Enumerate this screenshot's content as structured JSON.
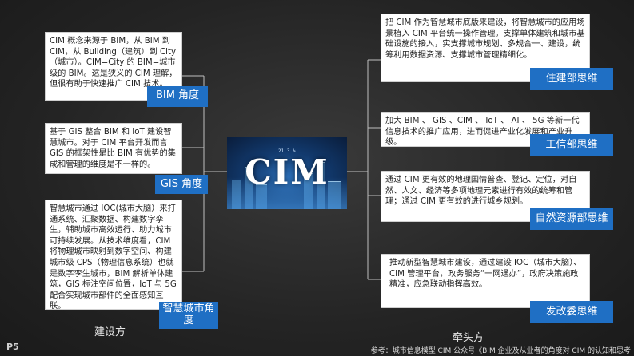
{
  "center": {
    "title": "CIM",
    "small_text": "21.3 %"
  },
  "left_boxes": [
    {
      "text": "CIM 概念来源于 BIM，从 BIM 到 CIM，从 Building（建筑）到 City（城市）。CIM=City 的 BIM=城市级的 BIM。这是狭义的 CIM 理解，但很有助于快速推广 CIM 技术。",
      "tag": "BIM 角度"
    },
    {
      "text": "基于 GIS 整合 BIM 和 IoT 建设智慧城市。对于 CIM 平台开发而言 GIS 的框架性是比 BIM 有优势的集成和管理的维度是不一样的。",
      "tag": "GIS 角度"
    },
    {
      "text": "智慧城市通过 IOC(城市大脑）来打通系统、汇聚数据、构建数字孪生，辅助城市高效运行、助力城市可持续发展。从技术维度看，CIM 将物理城市映射到数字空间、构建城市级 CPS（物理信息系统）也就是数字孪生城市，BIM 解析单体建筑，GIS 标注空间位置，IoT 与 5G 配合实现城市部件的全面感知互联。",
      "tag": "智慧城市角度"
    }
  ],
  "right_boxes": [
    {
      "text": "把 CIM 作为智慧城市底版来建设，将智慧城市的应用场景植入 CIM 平台统一操作管理。支撑单体建筑和城市基础设施的接入，实支撑城市规划、多规合一、建设，统筹利用数据资源、支撑城市管理精细化。",
      "tag": "住建部思维"
    },
    {
      "text": "加大 BIM 、 GIS 、CIM 、 IoT 、 AI 、 5G 等新一代信息技术的推广应用，进而促进产业化发展和产业升级。",
      "tag": "工信部思维"
    },
    {
      "text": "通过 CIM 更有效的地理国情普查、登记、定位，对自然、人文、经济等多项地理元素进行有效的统筹和管理；通过 CIM 更有效的进行城乡规划。",
      "tag": "自然资源部思维"
    },
    {
      "text": "推动新型智慧城市建设，通过建设 IOC（城市大脑）、CIM 管理平台，政务服务“一网通办”，政府决策施政精准，应急联动指挥高效。",
      "tag": "发改委思维"
    }
  ],
  "bottom_labels": {
    "left": "建设方",
    "right": "牵头方"
  },
  "page_number": "P5",
  "reference": "参考：城市信息模型 CIM 公众号《BIM 企业及从业者的角度对 CIM 的认知和思考"
}
